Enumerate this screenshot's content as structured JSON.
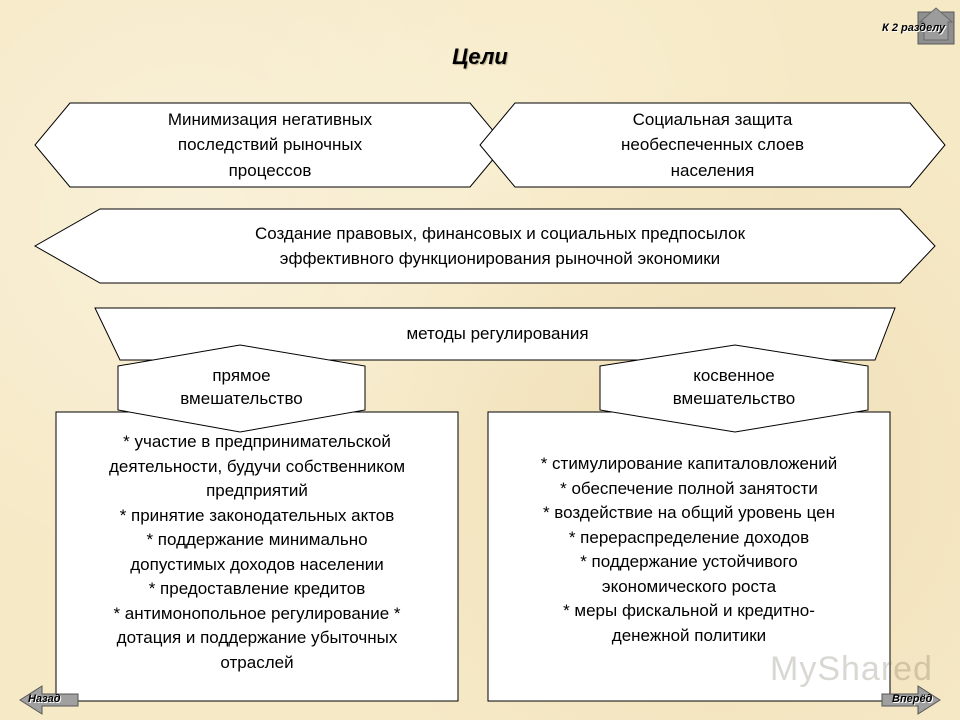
{
  "title": "Цели",
  "goals": {
    "left": "Минимизация негативных\nпоследствий рыночных\nпроцессов",
    "right": "Социальная защита\nнеобеспеченных слоев\nнаселения",
    "wide": "Создание правовых, финансовых и социальных предпосылок\nэффективного функционирования рыночной экономики"
  },
  "methods": {
    "label": "методы регулирования",
    "direct": {
      "label": "прямое\nвмешательство",
      "items": "* участие в предпринимательской\nдеятельности, будучи собственником\nпредприятий\n*  принятие законодательных актов\n*  поддержание минимально\nдопустимых доходов населении\n*  предоставление кредитов\n*  антимонопольное регулирование *\nдотация и поддержание убыточных\nотраслей"
    },
    "indirect": {
      "label": "косвенное\nвмешательство",
      "items": "*  стимулирование капиталовложений\n*  обеспечение полной занятости\n*  воздействие на общий уровень цен\n*  перераспределение доходов\n*  поддержание устойчивого\nэкономического роста\n*  меры фискальной и кредитно-\nденежной политики"
    }
  },
  "nav": {
    "section_link": "К 2 разделу",
    "back": "Назад",
    "forward": "Вперёд"
  },
  "watermark": "MyShared",
  "colors": {
    "box_fill": "#ffffff",
    "box_stroke": "#000000",
    "background": "#f6e9c6"
  }
}
